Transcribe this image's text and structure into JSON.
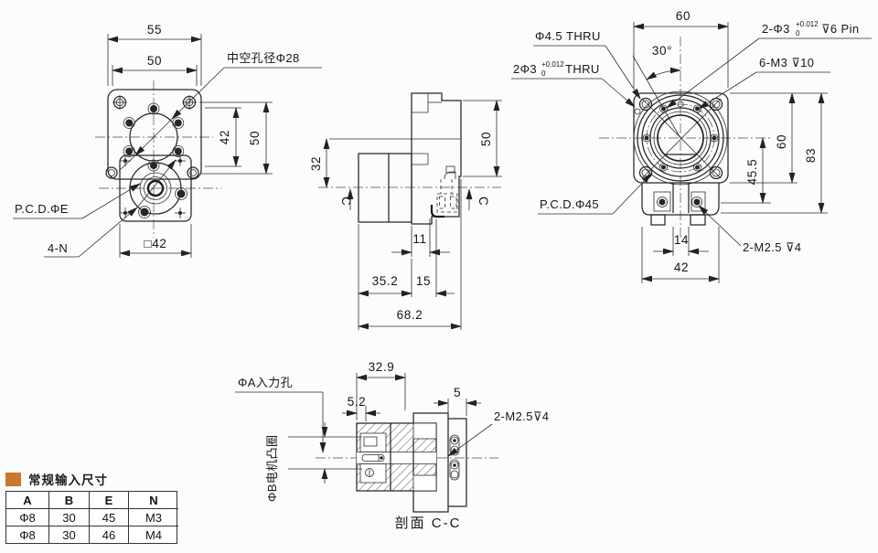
{
  "drawing": {
    "front": {
      "dim_outer_width": "55",
      "dim_inner_width": "50",
      "dim_hole_height": "42",
      "dim_outer_height": "50",
      "dim_flange_square": "□42",
      "label_hollow_bore": "中空孔径Φ28",
      "label_pcd": "P.C.D.ΦE",
      "label_mount_holes": "4-N"
    },
    "side": {
      "dim_shoulder": "32",
      "dim_body_height": "50",
      "dim_connector_offset": "11",
      "dim_motor_block": "35.2",
      "dim_body_step": "15",
      "dim_total_length": "68.2",
      "section_marker": "C"
    },
    "rear": {
      "dim_body_width": "60",
      "angle_pin": "30°",
      "dim_side_60": "60",
      "dim_side_83": "83",
      "dim_side_45_5": "45.5",
      "dim_stem_14": "14",
      "dim_base_42": "42",
      "label_corner_hole": "Φ4.5 THRU",
      "label_pin_thru_base": "2Φ3",
      "tol_sup": "+0.012",
      "tol_sub": "0",
      "label_pin_thru_suffix": "THRU",
      "label_pin_base": "2-Φ3",
      "label_pin_suffix": "⊽6 Pin",
      "label_tap_holes": "6-M3 ⊽10",
      "label_pcd_45": "P.C.D.Φ45",
      "label_terminal_tap": "2-M2.5 ⊽4"
    },
    "section": {
      "dim_depth": "32.9",
      "dim_plate": "5.2",
      "dim_flange": "5",
      "label_input_hole": "ΦA入力孔",
      "label_motor_boss": "ΦB电机凸圈",
      "label_tap": "2-M2.5⊽4",
      "caption": "剖面 C-C"
    }
  },
  "table": {
    "title": "常规输入尺寸",
    "headers": [
      "A",
      "B",
      "E",
      "N"
    ],
    "rows": [
      [
        "Φ8",
        "30",
        "45",
        "M3"
      ],
      [
        "Φ8",
        "30",
        "46",
        "M4"
      ]
    ]
  },
  "colors": {
    "accent": "#c9762e",
    "line": "#262626"
  }
}
